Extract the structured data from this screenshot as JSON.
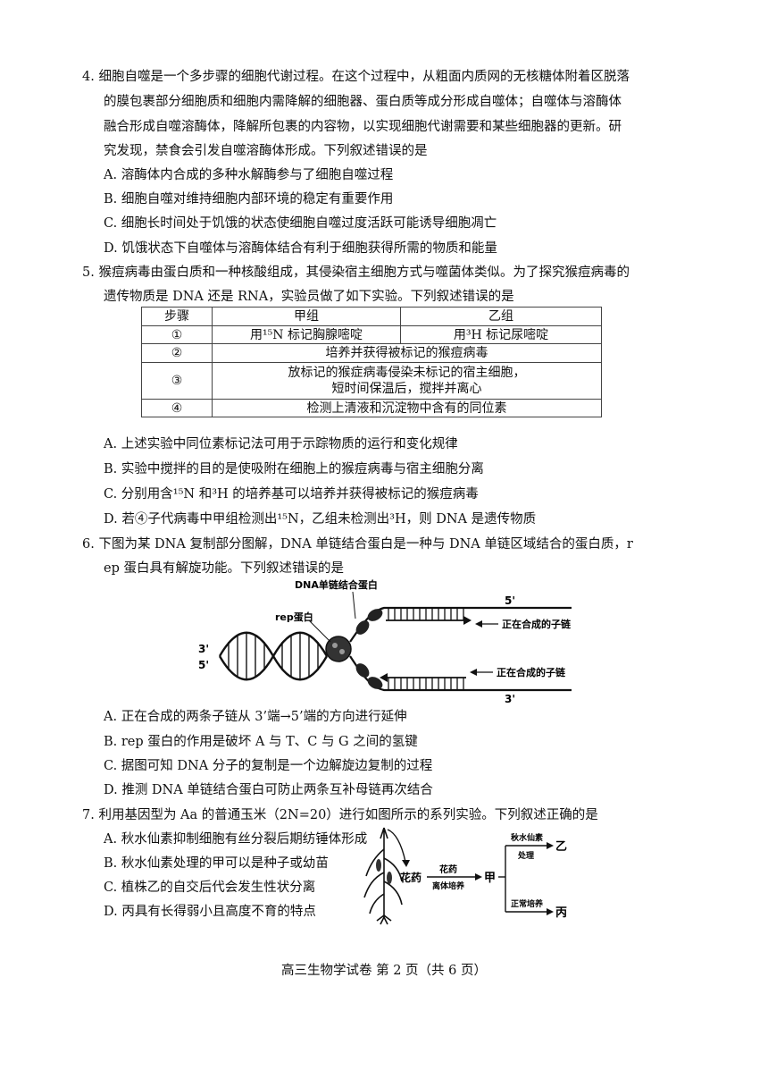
{
  "q4": {
    "lines": [
      "4. 细胞自噬是一个多步骤的细胞代谢过程。在这个过程中，从粗面内质网的无核糖体附着区脱落",
      "的膜包裹部分细胞质和细胞内需降解的细胞器、蛋白质等成分形成自噬体；自噬体与溶酶体",
      "融合形成自噬溶酶体，降解所包裹的内容物，以实现细胞代谢需要和某些细胞器的更新。研",
      "究发现，禁食会引发自噬溶酶体形成。下列叙述错误的是"
    ],
    "options": [
      "A. 溶酶体内合成的多种水解酶参与了细胞自噬过程",
      "B. 细胞自噬对维持细胞内部环境的稳定有重要作用",
      "C. 细胞长时间处于饥饿的状态使细胞自噬过度活跃可能诱导细胞凋亡",
      "D. 饥饿状态下自噬体与溶酶体结合有利于细胞获得所需的物质和能量"
    ]
  },
  "q5": {
    "lines": [
      "5. 猴痘病毒由蛋白质和一种核酸组成，其侵染宿主细胞方式与噬菌体类似。为了探究猴痘病毒的",
      "遗传物质是 DNA 还是 RNA，实验员做了如下实验。下列叙述错误的是"
    ],
    "table": {
      "header": [
        "步骤",
        "甲组",
        "乙组"
      ],
      "row1": [
        "①",
        "用¹⁵N 标记胸腺嘧啶",
        "用³H 标记尿嘧啶"
      ],
      "row2": [
        "②",
        "培养并获得被标记的猴痘病毒"
      ],
      "row3": [
        "③",
        "放标记的猴症病毒侵染未标记的宿主细胞，",
        "短时间保温后，搅拌并离心"
      ],
      "row4": [
        "④",
        "检测上清液和沉淀物中含有的同位素"
      ]
    },
    "options": [
      "A. 上述实验中同位素标记法可用于示踪物质的运行和变化规律",
      "B. 实验中搅拌的目的是使吸附在细胞上的猴痘病毒与宿主细胞分离",
      "C. 分别用含¹⁵N 和³H 的培养基可以培养并获得被标记的猴痘病毒",
      "D. 若④子代病毒中甲组检测出¹⁵N，乙组未检测出³H，则 DNA 是遗传物质"
    ]
  },
  "q6": {
    "lines": [
      "6. 下图为某 DNA 复制部分图解，DNA 单链结合蛋白是一种与 DNA 单链区域结合的蛋白质，r",
      "ep 蛋白具有解旋功能。下列叙述错误的是"
    ],
    "figure": {
      "label_ssb": "DNA单链结合蛋白",
      "label_rep": "rep蛋白",
      "label_5p_top": "5'",
      "label_3p_left": "3'",
      "label_5p_left": "5'",
      "label_3p_bottom": "3'",
      "label_daughter_top": "正在合成的子链",
      "label_daughter_bottom": "正在合成的子链"
    },
    "options": [
      "A. 正在合成的两条子链从 3’端→5’端的方向进行延伸",
      "B.  rep 蛋白的作用是破坏 A 与 T、C 与 G 之间的氢键",
      "C. 据图可知 DNA 分子的复制是一个边解旋边复制的过程",
      "D. 推测 DNA 单链结合蛋白可防止两条互补母链再次结合"
    ]
  },
  "q7": {
    "line": "7. 利用基因型为 Aa 的普通玉米（2N=20）进行如图所示的系列实验。下列叙述正确的是",
    "options": [
      "A. 秋水仙素抑制细胞有丝分裂后期纺锤体形成",
      "B. 秋水仙素处理的甲可以是种子或幼苗",
      "C. 植株乙的自交后代会发生性状分离",
      "D. 丙具有长得弱小且高度不育的特点"
    ],
    "figure": {
      "label_anther": "花药",
      "label_arrow1_top": "花药",
      "label_arrow1_bottom": "离体培养",
      "label_jia": "甲",
      "label_colch_top": "秋水仙素",
      "label_colch_bottom": "处理",
      "label_yi": "乙",
      "label_normal": "正常培养",
      "label_bing": "丙"
    }
  },
  "footer": "高三生物学试卷 第 2 页（共 6 页）"
}
